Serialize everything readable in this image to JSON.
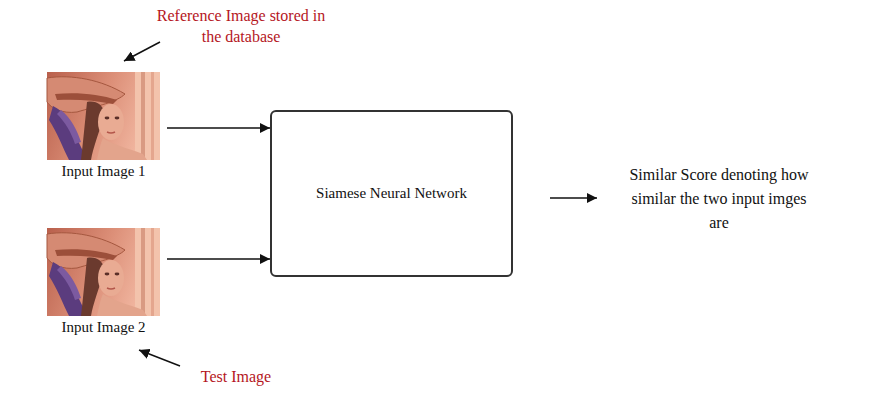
{
  "diagram": {
    "nodes": [
      {
        "text": [
          "Input Image 1"
        ]
      },
      {
        "text": [
          "Input Image 2"
        ]
      },
      {
        "text": [
          "Siamese Neural Network"
        ]
      }
    ],
    "edges": [
      {
        "from": 0,
        "to": 2,
        "arrow": "to"
      },
      {
        "from": 1,
        "to": 2,
        "arrow": "to"
      }
    ],
    "labels": [
      "Reference Image stored in the database",
      "Test Image",
      "Similar Score denoting how similar the two input imges are"
    ]
  }
}
